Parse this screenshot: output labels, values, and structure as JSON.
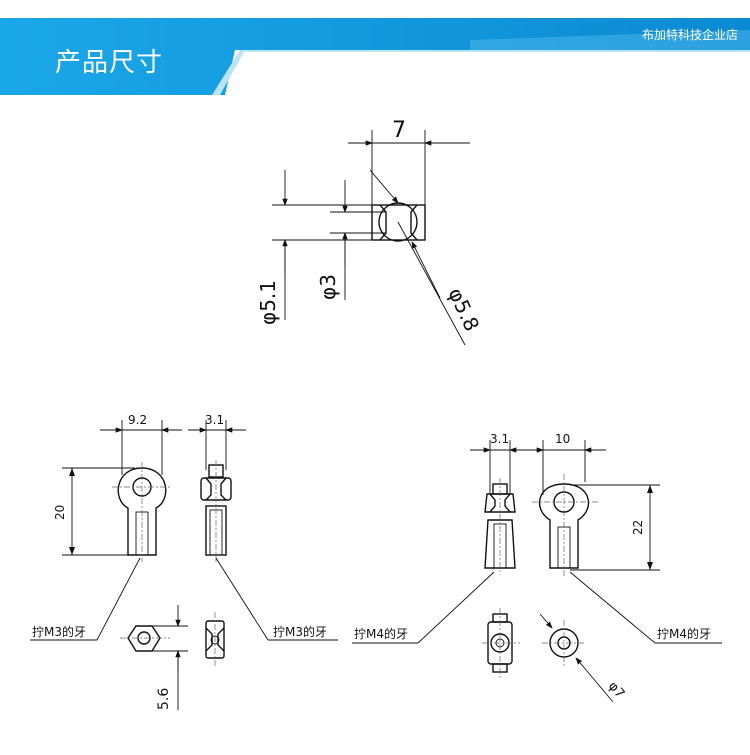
{
  "header": {
    "title": "产品尺寸",
    "shop": "布加特科技企业店",
    "colors": {
      "banner_start": "#1aa7e8",
      "banner_end": "#0b8ad3",
      "light": "#b9e4f7"
    }
  },
  "top_view": {
    "dim_width": "7",
    "dim_outer": "φ5.1",
    "dim_inner": "φ3",
    "dim_ball": "φ5.8"
  },
  "left_assembly": {
    "dim_width": "9.2",
    "dim_side": "3.1",
    "dim_height": "20",
    "label_left": "拧M3的牙",
    "label_right": "拧M3的牙",
    "dim_hex": "5.6"
  },
  "right_assembly": {
    "dim_side": "3.1",
    "dim_width": "10",
    "dim_height": "22",
    "label_left": "拧M4的牙",
    "label_right": "拧M4的牙",
    "dim_ring": "φ7"
  }
}
